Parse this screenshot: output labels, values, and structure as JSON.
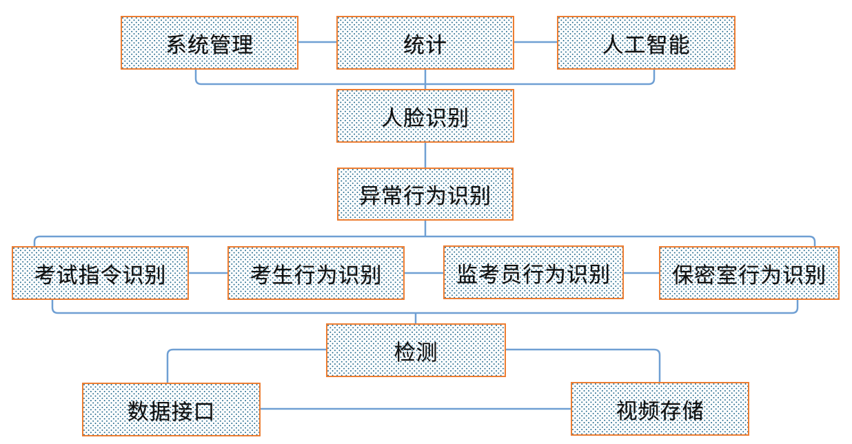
{
  "diagram": {
    "type": "flowchart",
    "colors": {
      "box_border": "#ED7D31",
      "box_fill_dot": "#21688C",
      "connector": "#6F9FD3",
      "text": "#111111",
      "background": "#FFFFFF"
    },
    "nodes": {
      "system_management": {
        "label": "系统管理"
      },
      "statistics": {
        "label": "统计"
      },
      "artificial_intelligence": {
        "label": "人工智能"
      },
      "face_recognition": {
        "label": "人脸识别"
      },
      "abnormal_behavior": {
        "label": "异常行为识别"
      },
      "exam_instruction": {
        "label": "考试指令识别"
      },
      "examinee_behavior": {
        "label": "考生行为识别"
      },
      "invigilator_behavior": {
        "label": "监考员行为识别"
      },
      "secrecy_room_behavior": {
        "label": "保密室行为识别"
      },
      "detection": {
        "label": "检测"
      },
      "data_interface": {
        "label": "数据接口"
      },
      "video_storage": {
        "label": "视频存储"
      }
    },
    "edges": [
      {
        "from": "system_management",
        "to": "statistics"
      },
      {
        "from": "statistics",
        "to": "artificial_intelligence"
      },
      {
        "from": "system_management",
        "to": "face_recognition"
      },
      {
        "from": "statistics",
        "to": "face_recognition"
      },
      {
        "from": "artificial_intelligence",
        "to": "face_recognition"
      },
      {
        "from": "face_recognition",
        "to": "abnormal_behavior"
      },
      {
        "from": "abnormal_behavior",
        "to": "exam_instruction"
      },
      {
        "from": "abnormal_behavior",
        "to": "secrecy_room_behavior"
      },
      {
        "from": "exam_instruction",
        "to": "examinee_behavior"
      },
      {
        "from": "examinee_behavior",
        "to": "invigilator_behavior"
      },
      {
        "from": "invigilator_behavior",
        "to": "secrecy_room_behavior"
      },
      {
        "from": "exam_instruction",
        "to": "detection"
      },
      {
        "from": "secrecy_room_behavior",
        "to": "detection"
      },
      {
        "from": "detection",
        "to": "data_interface"
      },
      {
        "from": "detection",
        "to": "video_storage"
      },
      {
        "from": "data_interface",
        "to": "video_storage"
      }
    ]
  }
}
